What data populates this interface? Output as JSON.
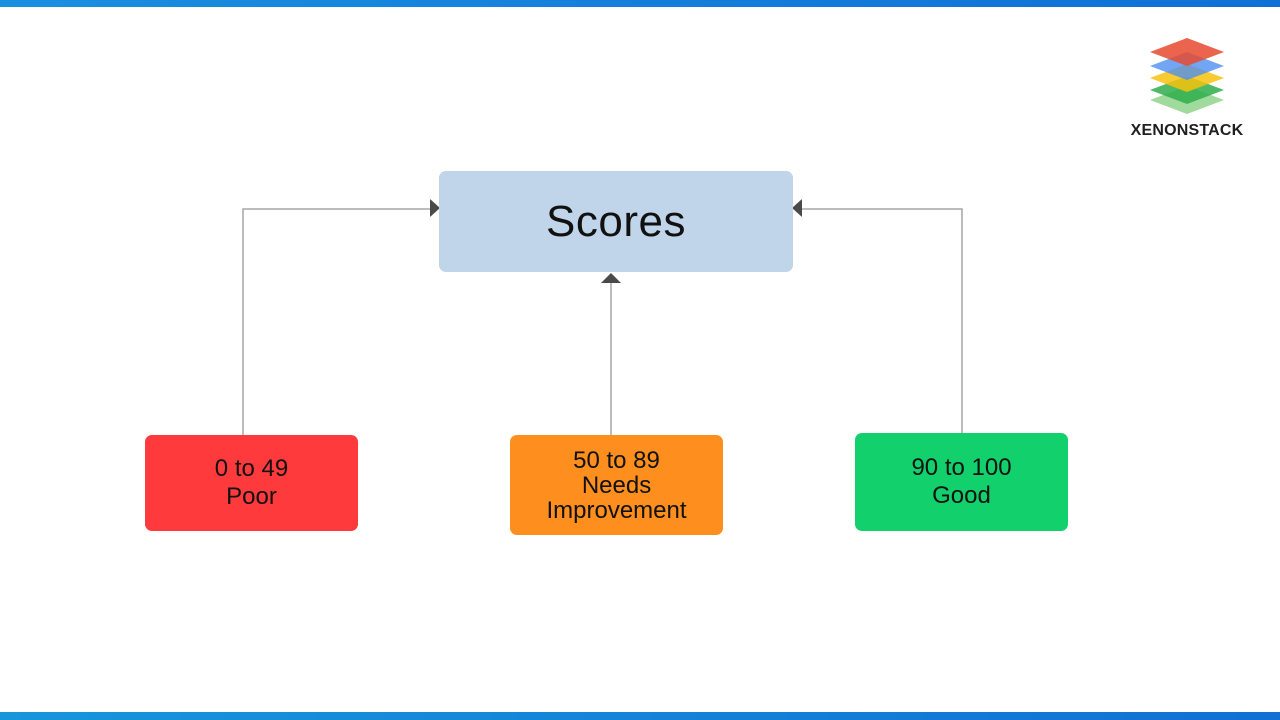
{
  "diagram": {
    "root": {
      "label": "Scores"
    },
    "categories": [
      {
        "id": "poor",
        "range": "0 to 49",
        "label": "Poor",
        "color": "#fe3a3c"
      },
      {
        "id": "needs",
        "range": "50 to 89",
        "label_line1": "Needs",
        "label_line2": "Improvement",
        "color": "#fe8f1f"
      },
      {
        "id": "good",
        "range": "90 to 100",
        "label": "Good",
        "color": "#12d16d"
      }
    ],
    "root_color": "#c0d5ea",
    "connector_color": "#a6a6a6",
    "arrow_color": "#4a4a4a"
  },
  "brand": {
    "name": "XENONSTACK",
    "icon": "layered-stack-icon"
  },
  "theme": {
    "accent_bar": "#1a8fe0"
  }
}
